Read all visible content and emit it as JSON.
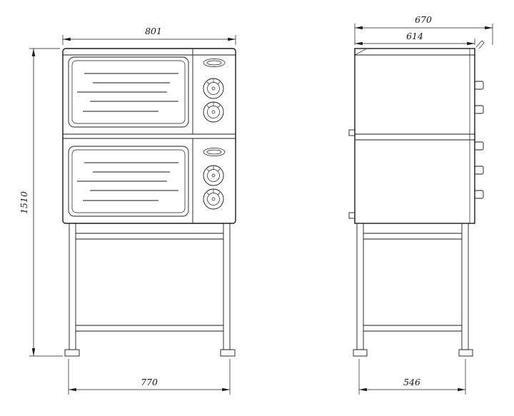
{
  "palette": {
    "ink": "#1a1a1a",
    "paper": "#ffffff"
  },
  "front_view": {
    "dim_top_width": "801",
    "dim_height": "1510",
    "dim_base_width": "770"
  },
  "side_view": {
    "dim_overall_depth": "670",
    "dim_body_depth": "614",
    "dim_base_depth": "546"
  }
}
